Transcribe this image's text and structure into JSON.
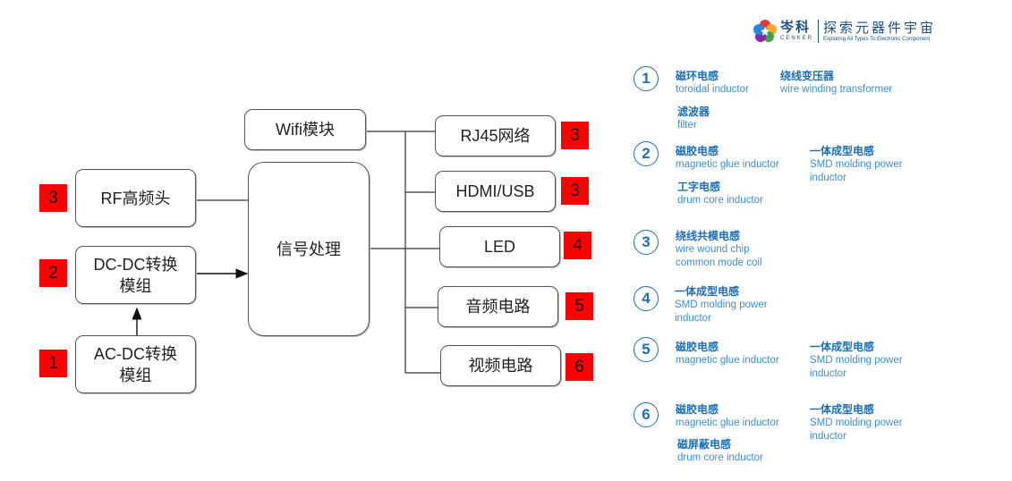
{
  "logo": {
    "brand_cn": "岑科",
    "brand_en": "CENKER",
    "slogan_cn": "探索元器件宇宙",
    "slogan_en": "Exploring All Types To Electronic Component",
    "petal_colors": [
      "#e53935",
      "#f9a825",
      "#43a047",
      "#1e88e5",
      "#8e24aa"
    ]
  },
  "diagram": {
    "nodes": {
      "wifi": "Wifi模块",
      "rf": "RF高频头",
      "dcdc": "DC-DC转换\n模组",
      "acdc": "AC-DC转换\n模组",
      "signal": "信号处理",
      "rj45": "RJ45网络",
      "hdmi": "HDMI/USB",
      "led": "LED",
      "audio": "音频电路",
      "video": "视频电路"
    },
    "badges": {
      "rf": "3",
      "dcdc": "2",
      "acdc": "1",
      "rj45": "3",
      "hdmi": "3",
      "led": "4",
      "audio": "5",
      "video": "6"
    },
    "badge_color": "#ff0000"
  },
  "legend": [
    {
      "num": "1",
      "items": [
        {
          "cn": "磁环电感",
          "en": "toroidal inductor"
        },
        {
          "cn": "绕线变压器",
          "en": "wire winding transformer"
        },
        {
          "cn": "滤波器",
          "en": "filter"
        }
      ]
    },
    {
      "num": "2",
      "items": [
        {
          "cn": "磁胶电感",
          "en": "magnetic glue inductor"
        },
        {
          "cn": "一体成型电感",
          "en": "SMD molding power inductor"
        },
        {
          "cn": "工字电感",
          "en": "drum core inductor"
        }
      ]
    },
    {
      "num": "3",
      "items": [
        {
          "cn": "绕线共模电感",
          "en": "wire wound chip common mode coil"
        }
      ]
    },
    {
      "num": "4",
      "items": [
        {
          "cn": "一体成型电感",
          "en": "SMD molding power inductor"
        }
      ]
    },
    {
      "num": "5",
      "items": [
        {
          "cn": "磁胶电感",
          "en": "magnetic glue inductor"
        },
        {
          "cn": "一体成型电感",
          "en": "SMD molding power inductor"
        }
      ]
    },
    {
      "num": "6",
      "items": [
        {
          "cn": "磁胶电感",
          "en": "magnetic glue inductor"
        },
        {
          "cn": "一体成型电感",
          "en": "SMD molding power inductor"
        },
        {
          "cn": "磁屏蔽电感",
          "en": "drum core inductor"
        }
      ]
    }
  ],
  "colors": {
    "legend_title": "#1f6fb5",
    "legend_sub": "#3a8fd6"
  }
}
